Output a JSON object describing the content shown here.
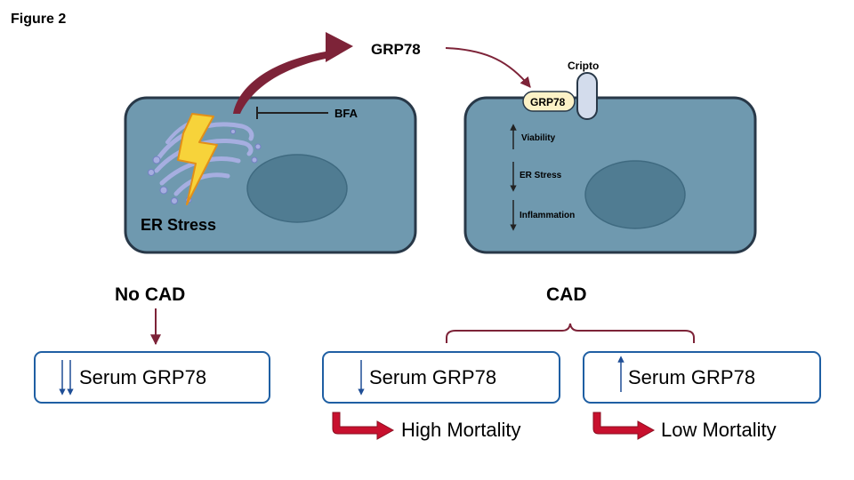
{
  "figure_label": "Figure 2",
  "left_cell": {
    "stress_label": "ER Stress",
    "inhibitor_label": "BFA"
  },
  "secreted_protein_label": "GRP78",
  "right_cell": {
    "membrane_protein_label": "GRP78",
    "receptor_label": "Cripto",
    "effects": [
      {
        "label": "Viability",
        "direction": "up"
      },
      {
        "label": "ER Stress",
        "direction": "down"
      },
      {
        "label": "Inflammation",
        "direction": "down"
      }
    ]
  },
  "groups": {
    "no_cad": "No CAD",
    "cad": "CAD"
  },
  "boxes": [
    {
      "label": "Serum GRP78",
      "indicator": "strong-decrease"
    },
    {
      "label": "Serum GRP78",
      "indicator": "decrease"
    },
    {
      "label": "Serum GRP78",
      "indicator": "increase"
    }
  ],
  "outcomes": [
    {
      "label": "High Mortality"
    },
    {
      "label": "Low Mortality"
    }
  ],
  "colors": {
    "cell_fill": "#6F99AF",
    "cell_border": "#283848",
    "nucleus": "#507C92",
    "maroon_arrow": "#7D2338",
    "red_arrow": "#C8102E",
    "box_border": "#1F5FA3",
    "indicator_arrow": "#1F4E96",
    "er_blue": "#8A97D3",
    "lightning": "#F7D33A",
    "grp78_badge": "#FCF2C7",
    "cripto_fill": "#D3DCEC"
  }
}
